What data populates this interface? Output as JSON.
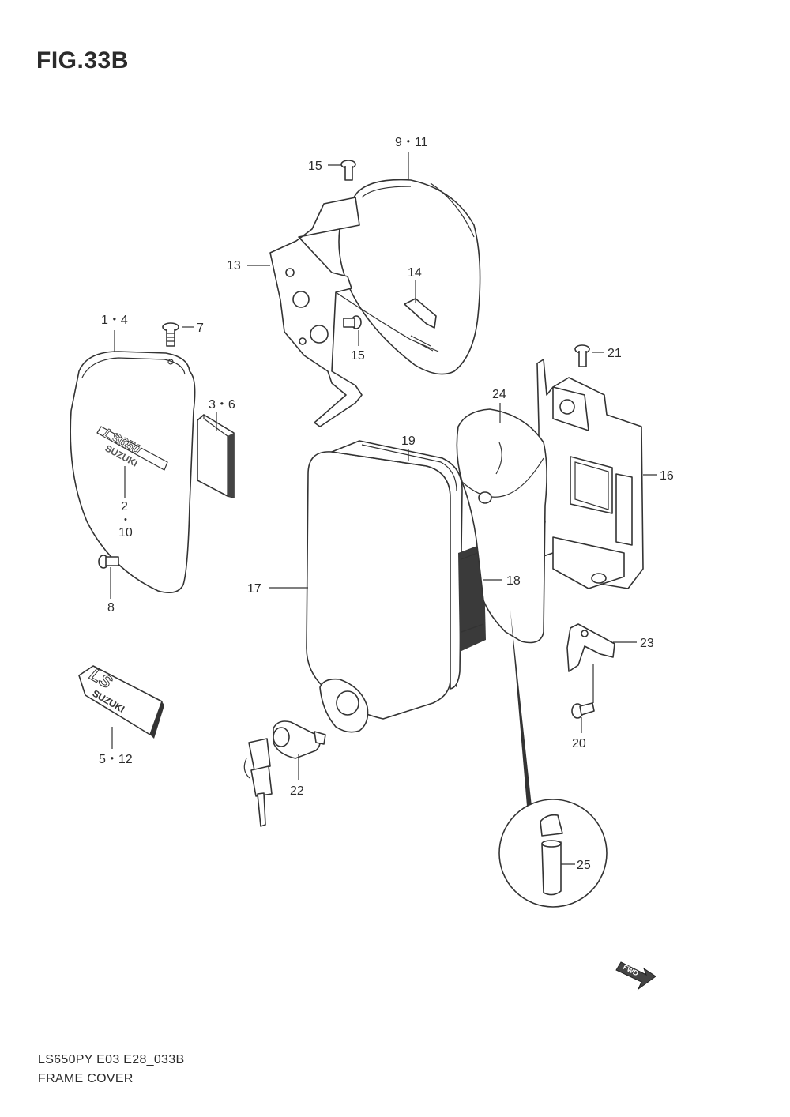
{
  "figure": {
    "title": "FIG.33B"
  },
  "callouts": {
    "c1": "1・4",
    "c2": "2",
    "c10": "10",
    "c36": "3・6",
    "c7": "7",
    "c8": "8",
    "c512": "5・12",
    "c911": "9・11",
    "c13": "13",
    "c14": "14",
    "c15a": "15",
    "c15b": "15",
    "c16": "16",
    "c17": "17",
    "c18": "18",
    "c19": "19",
    "c20": "20",
    "c21": "21",
    "c22": "22",
    "c23": "23",
    "c24": "24",
    "c25": "25"
  },
  "emblems": {
    "side_cover_model": "LS650",
    "side_cover_brand": "SUZUKI",
    "badge_model": "LS",
    "badge_brand": "SUZUKI"
  },
  "fwd_arrow": "FWD",
  "footer": {
    "model_code": "LS650PY E03 E28_033B",
    "name": "FRAME COVER"
  }
}
